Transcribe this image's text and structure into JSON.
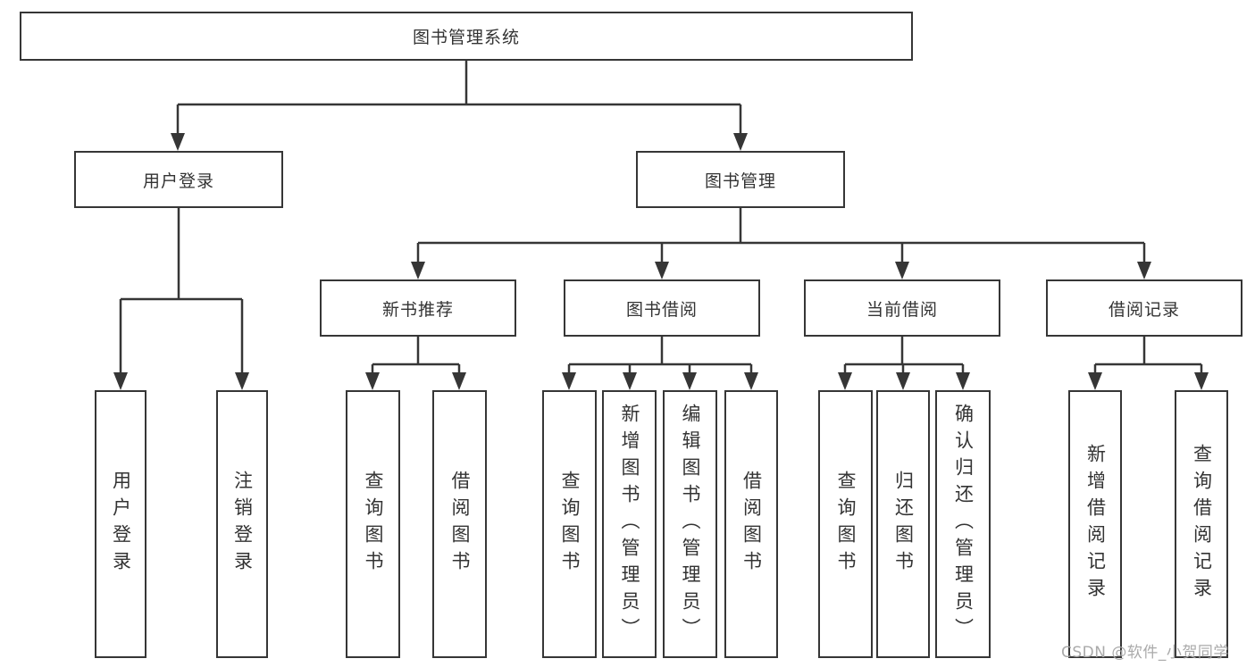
{
  "tree": {
    "root": {
      "label": "图书管理系统"
    },
    "level2": [
      {
        "label": "用户登录",
        "children": [
          {
            "label": "用户登录"
          },
          {
            "label": "注销登录"
          }
        ]
      },
      {
        "label": "图书管理",
        "children": [
          {
            "label": "新书推荐",
            "children": [
              {
                "label": "查询图书"
              },
              {
                "label": "借阅图书"
              }
            ]
          },
          {
            "label": "图书借阅",
            "children": [
              {
                "label": "查询图书"
              },
              {
                "label": "新增图书（管理员）"
              },
              {
                "label": "编辑图书（管理员）"
              },
              {
                "label": "借阅图书"
              }
            ]
          },
          {
            "label": "当前借阅",
            "children": [
              {
                "label": "查询图书"
              },
              {
                "label": "归还图书"
              },
              {
                "label": "确认归还（管理员）"
              }
            ]
          },
          {
            "label": "借阅记录",
            "children": [
              {
                "label": "新增借阅记录"
              },
              {
                "label": "查询借阅记录"
              }
            ]
          }
        ]
      }
    ]
  },
  "watermark": "CSDN @软件_小贺同学",
  "colors": {
    "line": "#363636",
    "text": "#333333",
    "watermark": "#a5a5a5",
    "background": "#ffffff"
  }
}
